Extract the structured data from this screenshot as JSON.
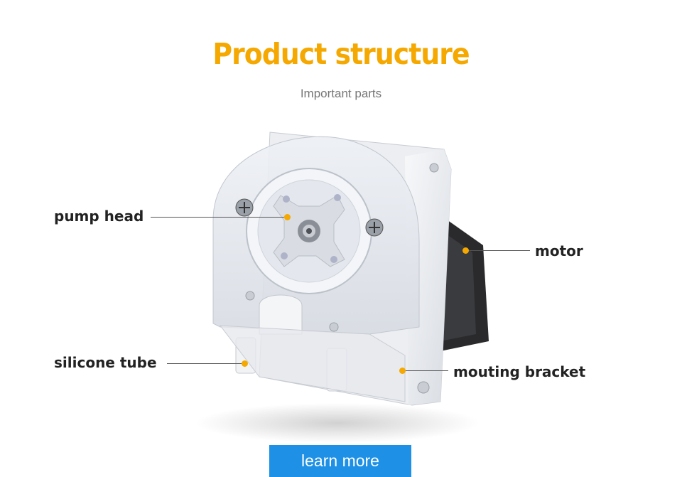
{
  "header": {
    "title": "Product structure",
    "subtitle": "Important parts"
  },
  "callouts": {
    "pump_head": "pump head",
    "silicone_tube": "silicone tube",
    "motor": "motor",
    "mounting_bracket": "mouting bracket"
  },
  "cta": {
    "label": "learn more"
  },
  "colors": {
    "accent": "#f5a800",
    "button": "#1e90e6",
    "text": "#222222"
  }
}
